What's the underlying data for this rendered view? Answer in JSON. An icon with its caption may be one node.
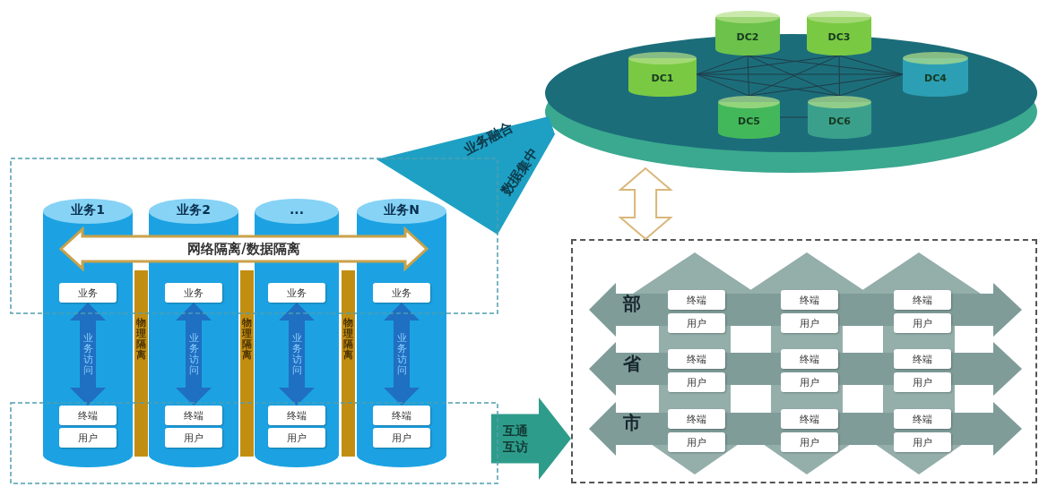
{
  "diagram": {
    "nodes": [
      {
        "text": [],
        "shape": "ellipse"
      },
      {
        "text": [
          "DC1"
        ],
        "in": 0
      },
      {
        "text": [
          "DC2"
        ]
      },
      {
        "text": [
          "DC3"
        ]
      },
      {
        "text": [
          "DC4"
        ],
        "in": 0
      },
      {
        "text": [
          "DC5"
        ],
        "in": 0
      },
      {
        "text": [
          "DC6"
        ],
        "in": 0
      },
      {
        "text": [
          "业务1"
        ]
      },
      {
        "text": [
          "业务2"
        ]
      },
      {
        "text": [
          "..."
        ]
      },
      {
        "text": [
          "业务N"
        ]
      },
      {
        "text": [
          "网络隔离/数据隔离"
        ]
      },
      {
        "text": [
          "物理隔离"
        ]
      },
      {
        "text": [
          "物理隔离"
        ]
      },
      {
        "text": [
          "物理隔离"
        ]
      },
      {
        "text": [
          "业务"
        ],
        "in": 7
      },
      {
        "text": [
          "终端"
        ],
        "in": 7
      },
      {
        "text": [
          "用户"
        ],
        "in": 7
      },
      {
        "text": [
          "业务"
        ],
        "in": 8
      },
      {
        "text": [
          "终端"
        ],
        "in": 8
      },
      {
        "text": [
          "用户"
        ],
        "in": 8
      },
      {
        "text": [
          "业务"
        ],
        "in": 9
      },
      {
        "text": [
          "终端"
        ],
        "in": 9
      },
      {
        "text": [
          "用户"
        ],
        "in": 9
      },
      {
        "text": [
          "业务"
        ],
        "in": 10
      },
      {
        "text": [
          "终端"
        ],
        "in": 10
      },
      {
        "text": [
          "用户"
        ],
        "in": 10
      },
      {
        "text": [],
        "shape": "box"
      },
      {
        "text": [
          "终端"
        ],
        "in": 27
      },
      {
        "text": [
          "用户"
        ],
        "in": 27
      },
      {
        "text": [
          "终端"
        ],
        "in": 27
      },
      {
        "text": [
          "用户"
        ],
        "in": 27
      },
      {
        "text": [
          "终端"
        ],
        "in": 27
      },
      {
        "text": [
          "用户"
        ],
        "in": 27
      },
      {
        "text": [
          "终端"
        ],
        "in": 27
      },
      {
        "text": [
          "用户"
        ],
        "in": 27
      },
      {
        "text": [
          "终端"
        ],
        "in": 27
      },
      {
        "text": [
          "用户"
        ],
        "in": 27
      },
      {
        "text": [
          "终端"
        ],
        "in": 27
      },
      {
        "text": [
          "用户"
        ],
        "in": 27
      },
      {
        "text": [
          "终端"
        ],
        "in": 27
      },
      {
        "text": [
          "用户"
        ],
        "in": 27
      },
      {
        "text": [
          "终端"
        ],
        "in": 27
      },
      {
        "text": [
          "用户"
        ],
        "in": 27
      },
      {
        "text": [
          "终端"
        ],
        "in": 27
      },
      {
        "text": [
          "用户"
        ],
        "in": 27
      },
      {
        "text": [
          "业务融合",
          "数据集中"
        ]
      }
    ],
    "edges": [
      {
        "from": 0,
        "to": 27,
        "arrow": "both",
        "style": "thick",
        "color": "#d9b77a"
      },
      {
        "from": null,
        "to": 27,
        "arrow": "to",
        "label": "互通互访",
        "style": "thick",
        "color": "#2e9c8a"
      },
      {
        "from": 15,
        "to": 16,
        "arrow": "both",
        "label": "业务访问",
        "style": "thick",
        "color": "#1f6fc2"
      },
      {
        "from": 18,
        "to": 19,
        "arrow": "both",
        "label": "业务访问",
        "style": "thick",
        "color": "#1f6fc2"
      },
      {
        "from": 21,
        "to": 22,
        "arrow": "both",
        "label": "业务访问",
        "style": "thick",
        "color": "#1f6fc2"
      },
      {
        "from": 24,
        "to": 25,
        "arrow": "both",
        "label": "业务访问",
        "style": "thick",
        "color": "#1f6fc2"
      },
      {
        "from": 1,
        "to": 4,
        "arrow": "none"
      },
      {
        "from": 1,
        "to": 2,
        "arrow": "none"
      },
      {
        "from": 1,
        "to": 3,
        "arrow": "none"
      },
      {
        "from": 1,
        "to": 5,
        "arrow": "none"
      },
      {
        "from": 1,
        "to": 6,
        "arrow": "none"
      },
      {
        "from": 2,
        "to": 5,
        "arrow": "none"
      },
      {
        "from": 2,
        "to": 6,
        "arrow": "none"
      },
      {
        "from": 2,
        "to": 4,
        "arrow": "none"
      },
      {
        "from": 3,
        "to": 5,
        "arrow": "none"
      },
      {
        "from": 3,
        "to": 6,
        "arrow": "none"
      },
      {
        "from": 3,
        "to": 4,
        "arrow": "none"
      },
      {
        "from": 5,
        "to": 6,
        "arrow": "none"
      },
      {
        "from": 5,
        "to": 4,
        "arrow": "none"
      },
      {
        "from": 6,
        "to": 4,
        "arrow": "none"
      }
    ],
    "labels": [
      "部",
      "省",
      "市"
    ]
  }
}
